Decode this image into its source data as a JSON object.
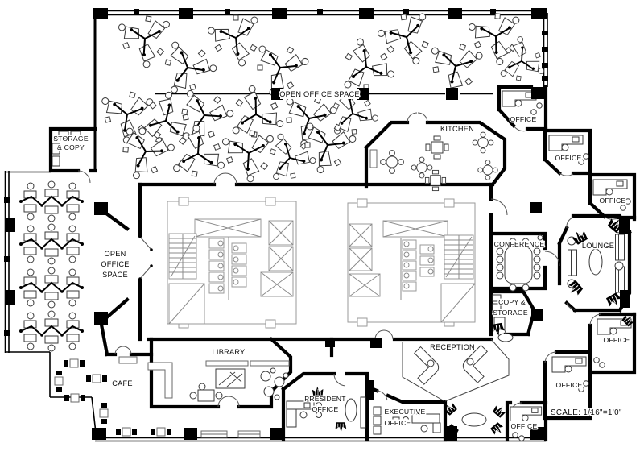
{
  "document": {
    "type": "architectural-floor-plan",
    "scale_note": "SCALE: 1/16\"=1'0\""
  },
  "colors": {
    "wall": "#000000",
    "furniture_line": "#3a3a3a",
    "core_line": "#9a9a9a",
    "text": "#0a0a0a",
    "background": "#ffffff"
  },
  "labels": {
    "open_office_top": "OPEN OFFICE SPACE",
    "storage_copy": [
      "STORAGE",
      "& COPY"
    ],
    "open_office_left": [
      "OPEN",
      "OFFICE",
      "SPACE"
    ],
    "kitchen": "KITCHEN",
    "offices_right_top": [
      "OFFICE",
      "OFFICE",
      "OFFICE"
    ],
    "conference": "CONFERENCE",
    "lounge": "LOUNGE",
    "copy_storage": [
      "COPY &",
      "STORAGE"
    ],
    "offices_right_bottom": [
      "OFFICE",
      "OFFICE",
      "OFFICE"
    ],
    "reception": "RECEPTION",
    "library": "LIBRARY",
    "cafe": "CAFE",
    "president_office": [
      "PRESIDENT",
      "OFFICE"
    ],
    "executive_office": [
      "EXECUTIVE",
      "OFFICE"
    ],
    "scale": "SCALE: 1/16\"=1'0\""
  }
}
